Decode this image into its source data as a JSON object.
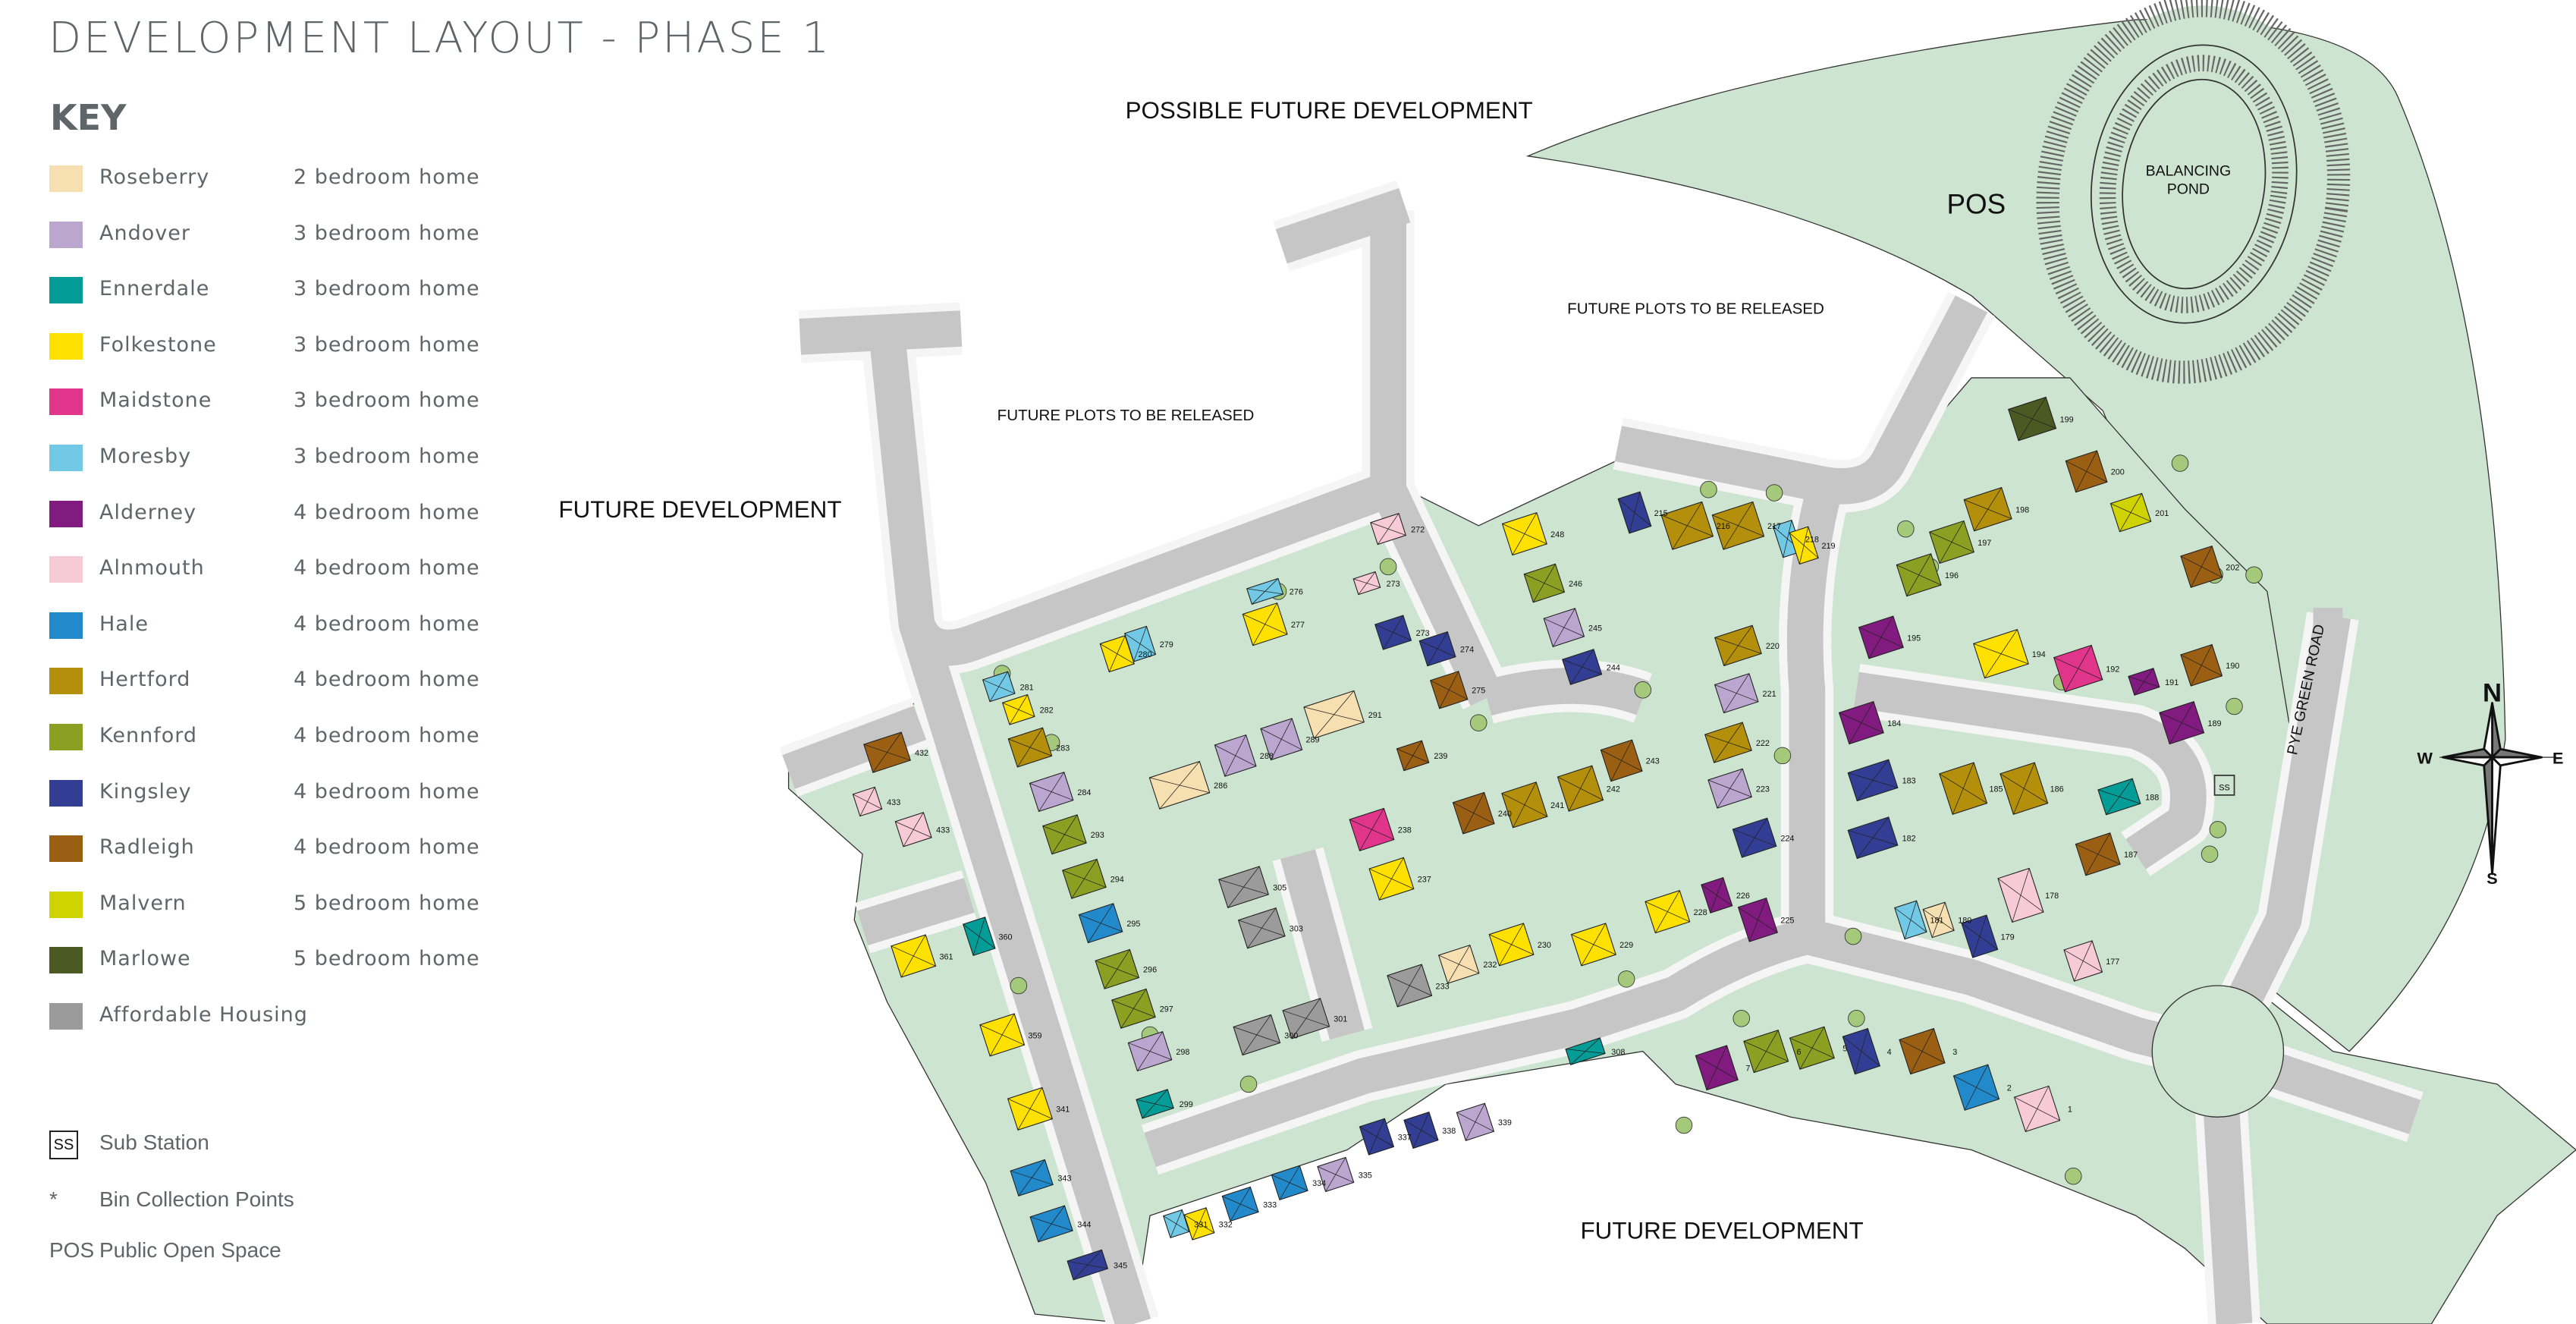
{
  "title": "DEVELOPMENT LAYOUT - PHASE 1",
  "key": {
    "heading": "KEY",
    "items": [
      {
        "name": "Roseberry",
        "desc": "2 bedroom home",
        "color": "#f6dfb0"
      },
      {
        "name": "Andover",
        "desc": "3 bedroom home",
        "color": "#bba6d0"
      },
      {
        "name": "Ennerdale",
        "desc": "3 bedroom home",
        "color": "#039c96"
      },
      {
        "name": "Folkestone",
        "desc": "3 bedroom home",
        "color": "#ffe100"
      },
      {
        "name": "Maidstone",
        "desc": "3 bedroom home",
        "color": "#e1358b"
      },
      {
        "name": "Moresby",
        "desc": "3 bedroom home",
        "color": "#72c9e6"
      },
      {
        "name": "Alderney",
        "desc": "4 bedroom home",
        "color": "#821b7f"
      },
      {
        "name": "Alnmouth",
        "desc": "4 bedroom home",
        "color": "#f7cad8"
      },
      {
        "name": "Hale",
        "desc": "4 bedroom home",
        "color": "#228acb"
      },
      {
        "name": "Hertford",
        "desc": "4 bedroom home",
        "color": "#b38f0b"
      },
      {
        "name": "Kennford",
        "desc": "4 bedroom home",
        "color": "#8ba023"
      },
      {
        "name": "Kingsley",
        "desc": "4 bedroom home",
        "color": "#323e93"
      },
      {
        "name": "Radleigh",
        "desc": "4 bedroom home",
        "color": "#9b5f14"
      },
      {
        "name": "Malvern",
        "desc": "5 bedroom home",
        "color": "#cfd300"
      },
      {
        "name": "Marlowe",
        "desc": "5 bedroom home",
        "color": "#4a5a22"
      },
      {
        "name": "Affordable Housing",
        "desc": "",
        "color": "#9b9b9b"
      }
    ],
    "symbols": [
      {
        "symbol": "SS",
        "label": "Sub Station"
      },
      {
        "symbol": "*",
        "label": "Bin Collection Points"
      },
      {
        "symbol": "POS",
        "label": "Public Open Space"
      }
    ]
  },
  "map": {
    "labels": {
      "possible_future": "POSSIBLE FUTURE DEVELOPMENT",
      "future_dev_left": "FUTURE DEVELOPMENT",
      "future_dev_bottom": "FUTURE DEVELOPMENT",
      "future_plots_1": "FUTURE PLOTS TO BE RELEASED",
      "future_plots_2": "FUTURE PLOTS TO BE RELEASED",
      "pos": "POS",
      "pond_1": "BALANCING",
      "pond_2": "POND",
      "road": "PYE GREEN ROAD",
      "substation": "SS"
    },
    "compass": {
      "n": "N",
      "s": "S",
      "e": "E",
      "w": "W"
    },
    "colors": {
      "grass": "#cde4d0",
      "road": "#c6c6c6",
      "tree": "#a5c97a",
      "outline": "#222222"
    },
    "plots": [
      {
        "no": "432",
        "type": "Radleigh"
      },
      {
        "no": "433",
        "type": "Alnmouth"
      },
      {
        "no": "433",
        "type": "Alnmouth"
      },
      {
        "no": "281",
        "type": "Moresby"
      },
      {
        "no": "282",
        "type": "Folkestone"
      },
      {
        "no": "280",
        "type": "Folkestone"
      },
      {
        "no": "279",
        "type": "Moresby"
      },
      {
        "no": "276",
        "type": "Moresby"
      },
      {
        "no": "277",
        "type": "Folkestone"
      },
      {
        "no": "283",
        "type": "Hertford"
      },
      {
        "no": "284",
        "type": "Andover"
      },
      {
        "no": "293",
        "type": "Kennford"
      },
      {
        "no": "294",
        "type": "Kennford"
      },
      {
        "no": "295",
        "type": "Hale"
      },
      {
        "no": "296",
        "type": "Kennford"
      },
      {
        "no": "297",
        "type": "Kennford"
      },
      {
        "no": "298",
        "type": "Andover"
      },
      {
        "no": "299",
        "type": "Ennerdale"
      },
      {
        "no": "286",
        "type": "Roseberry"
      },
      {
        "no": "288",
        "type": "Andover"
      },
      {
        "no": "289",
        "type": "Andover"
      },
      {
        "no": "291",
        "type": "Roseberry"
      },
      {
        "no": "272",
        "type": "Alnmouth"
      },
      {
        "no": "273",
        "type": "Alnmouth"
      },
      {
        "no": "273",
        "type": "Kingsley"
      },
      {
        "no": "274",
        "type": "Kingsley"
      },
      {
        "no": "275",
        "type": "Radleigh"
      },
      {
        "no": "305",
        "type": "Affordable Housing"
      },
      {
        "no": "303",
        "type": "Affordable Housing"
      },
      {
        "no": "300",
        "type": "Affordable Housing"
      },
      {
        "no": "301",
        "type": "Affordable Housing"
      },
      {
        "no": "238",
        "type": "Maidstone"
      },
      {
        "no": "237",
        "type": "Folkestone"
      },
      {
        "no": "233",
        "type": "Affordable Housing"
      },
      {
        "no": "232",
        "type": "Roseberry"
      },
      {
        "no": "230",
        "type": "Folkestone"
      },
      {
        "no": "229",
        "type": "Folkestone"
      },
      {
        "no": "228",
        "type": "Folkestone"
      },
      {
        "no": "226",
        "type": "Alderney"
      },
      {
        "no": "225",
        "type": "Alderney"
      },
      {
        "no": "239",
        "type": "Radleigh"
      },
      {
        "no": "240",
        "type": "Radleigh"
      },
      {
        "no": "241",
        "type": "Hertford"
      },
      {
        "no": "242",
        "type": "Hertford"
      },
      {
        "no": "243",
        "type": "Radleigh"
      },
      {
        "no": "248",
        "type": "Folkestone"
      },
      {
        "no": "246",
        "type": "Kennford"
      },
      {
        "no": "245",
        "type": "Andover"
      },
      {
        "no": "244",
        "type": "Kingsley"
      },
      {
        "no": "215",
        "type": "Kingsley"
      },
      {
        "no": "216",
        "type": "Hertford"
      },
      {
        "no": "217",
        "type": "Hertford"
      },
      {
        "no": "218",
        "type": "Moresby"
      },
      {
        "no": "219",
        "type": "Folkestone"
      },
      {
        "no": "220",
        "type": "Hertford"
      },
      {
        "no": "221",
        "type": "Andover"
      },
      {
        "no": "222",
        "type": "Hertford"
      },
      {
        "no": "223",
        "type": "Andover"
      },
      {
        "no": "224",
        "type": "Kingsley"
      },
      {
        "no": "199",
        "type": "Marlowe"
      },
      {
        "no": "198",
        "type": "Hertford"
      },
      {
        "no": "197",
        "type": "Kennford"
      },
      {
        "no": "196",
        "type": "Kennford"
      },
      {
        "no": "195",
        "type": "Alderney"
      },
      {
        "no": "194",
        "type": "Folkestone"
      },
      {
        "no": "192",
        "type": "Maidstone"
      },
      {
        "no": "191",
        "type": "Alderney"
      },
      {
        "no": "190",
        "type": "Radleigh"
      },
      {
        "no": "200",
        "type": "Radleigh"
      },
      {
        "no": "201",
        "type": "Malvern"
      },
      {
        "no": "202",
        "type": "Radleigh"
      },
      {
        "no": "189",
        "type": "Alderney"
      },
      {
        "no": "184",
        "type": "Alderney"
      },
      {
        "no": "183",
        "type": "Kingsley"
      },
      {
        "no": "182",
        "type": "Kingsley"
      },
      {
        "no": "185",
        "type": "Hertford"
      },
      {
        "no": "186",
        "type": "Hertford"
      },
      {
        "no": "188",
        "type": "Ennerdale"
      },
      {
        "no": "187",
        "type": "Radleigh"
      },
      {
        "no": "181",
        "type": "Moresby"
      },
      {
        "no": "180",
        "type": "Roseberry"
      },
      {
        "no": "179",
        "type": "Kingsley"
      },
      {
        "no": "178",
        "type": "Alnmouth"
      },
      {
        "no": "177",
        "type": "Alnmouth"
      },
      {
        "no": "7",
        "type": "Alderney"
      },
      {
        "no": "6",
        "type": "Kennford"
      },
      {
        "no": "5",
        "type": "Kennford"
      },
      {
        "no": "4",
        "type": "Kingsley"
      },
      {
        "no": "3",
        "type": "Radleigh"
      },
      {
        "no": "2",
        "type": "Hale"
      },
      {
        "no": "1",
        "type": "Alnmouth"
      },
      {
        "no": "308",
        "type": "Ennerdale"
      },
      {
        "no": "339",
        "type": "Andover"
      },
      {
        "no": "338",
        "type": "Kingsley"
      },
      {
        "no": "337",
        "type": "Kingsley"
      },
      {
        "no": "335",
        "type": "Andover"
      },
      {
        "no": "334",
        "type": "Hale"
      },
      {
        "no": "333",
        "type": "Hale"
      },
      {
        "no": "332",
        "type": "Folkestone"
      },
      {
        "no": "331",
        "type": "Moresby"
      },
      {
        "no": "361",
        "type": "Folkestone"
      },
      {
        "no": "360",
        "type": "Ennerdale"
      },
      {
        "no": "359",
        "type": "Folkestone"
      },
      {
        "no": "341",
        "type": "Folkestone"
      },
      {
        "no": "343",
        "type": "Hale"
      },
      {
        "no": "344",
        "type": "Hale"
      },
      {
        "no": "345",
        "type": "Kingsley"
      }
    ]
  }
}
